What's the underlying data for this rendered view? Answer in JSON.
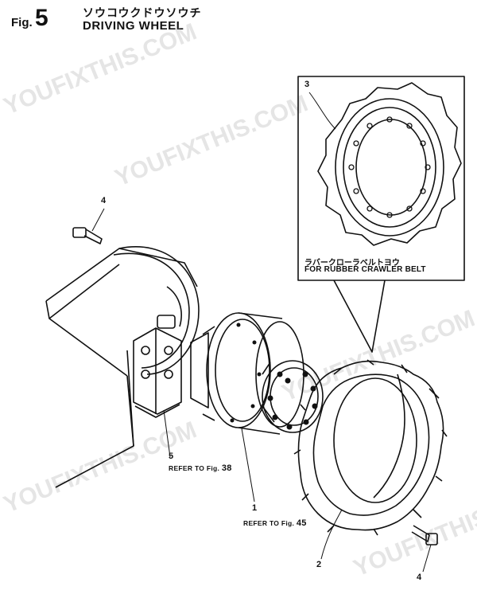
{
  "header": {
    "fig_label": "Fig.",
    "fig_number": "5",
    "title_jp": "ソウコウクドウソウチ",
    "title_en": "DRIVING WHEEL"
  },
  "callouts": {
    "c1": "1",
    "c2": "2",
    "c3": "3",
    "c4_top": "4",
    "c4_bottom": "4",
    "c5": "5"
  },
  "references": {
    "r5_text": "REFER TO Fig.",
    "r5_fig": "38",
    "r1_text": "REFER TO Fig.",
    "r1_fig": "45"
  },
  "inset_note": {
    "jp": "ラバークローラベルトヨウ",
    "en": "FOR RUBBER CRAWLER BELT"
  },
  "watermark": {
    "text1": "YOUFIXTHIS.COM",
    "text2": "YOUFIXTHIS.COM",
    "text3": "YOUFIXTHIS.COM",
    "text4": "YOUFIXTHIS.COM",
    "text5": "YOUFIXTHIS.COM"
  }
}
